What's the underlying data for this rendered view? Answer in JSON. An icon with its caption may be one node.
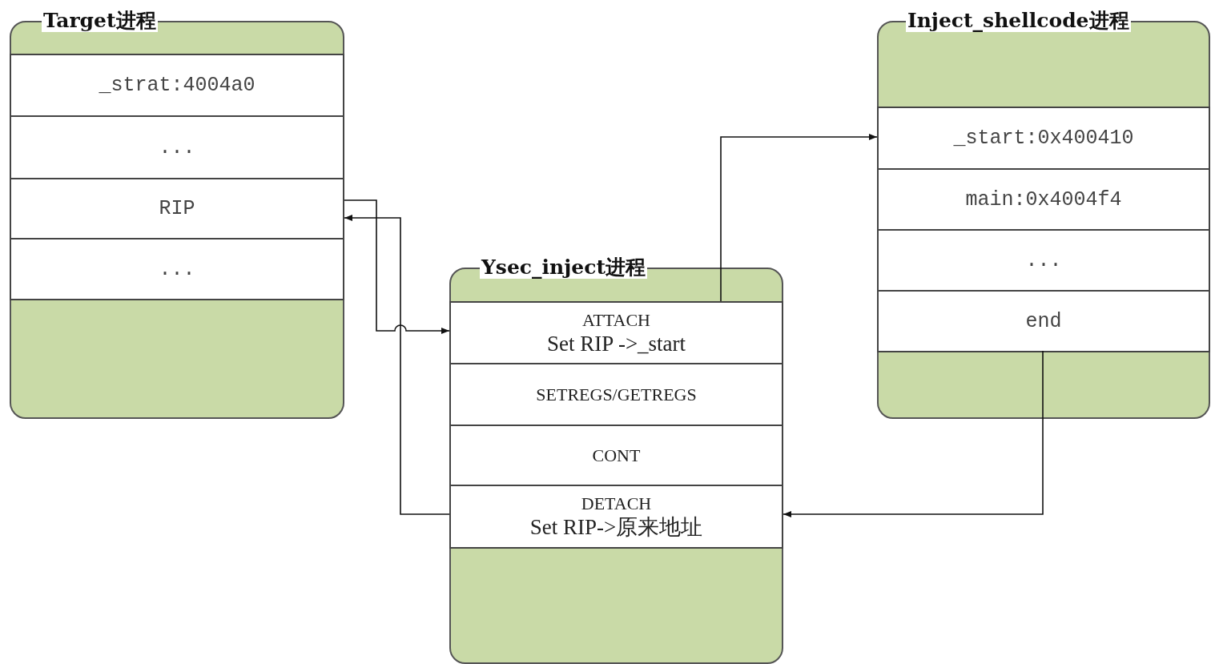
{
  "diagram": {
    "nodes": [
      {
        "text": [
          "Target进程"
        ]
      },
      {
        "text": [
          "_strat:4004a0"
        ],
        "in": 0
      },
      {
        "text": [
          "..."
        ],
        "in": 0
      },
      {
        "text": [
          "RIP"
        ],
        "in": 0
      },
      {
        "text": [
          "..."
        ],
        "in": 0
      },
      {
        "text": [
          "Ysec_inject进程"
        ]
      },
      {
        "text": [
          "ATTACH",
          "Set RIP ->_start"
        ],
        "in": 5
      },
      {
        "text": [
          "SETREGS/GETREGS"
        ],
        "in": 5
      },
      {
        "text": [
          "CONT"
        ],
        "in": 5
      },
      {
        "text": [
          "DETACH",
          "Set RIP->原来地址"
        ],
        "in": 5
      },
      {
        "text": [
          "Inject_shellcode进程"
        ]
      },
      {
        "text": [
          "_start:0x400410"
        ],
        "in": 10
      },
      {
        "text": [
          "main:0x4004f4"
        ],
        "in": 10
      },
      {
        "text": [
          "..."
        ],
        "in": 10
      },
      {
        "text": [
          "end"
        ],
        "in": 10
      }
    ],
    "edges": [
      {
        "from": 3,
        "to": 6,
        "arrow": "to"
      },
      {
        "from": 6,
        "to": 11,
        "arrow": "to"
      },
      {
        "from": 14,
        "to": 9,
        "arrow": "to"
      },
      {
        "from": 9,
        "to": 3,
        "arrow": "to"
      }
    ]
  }
}
